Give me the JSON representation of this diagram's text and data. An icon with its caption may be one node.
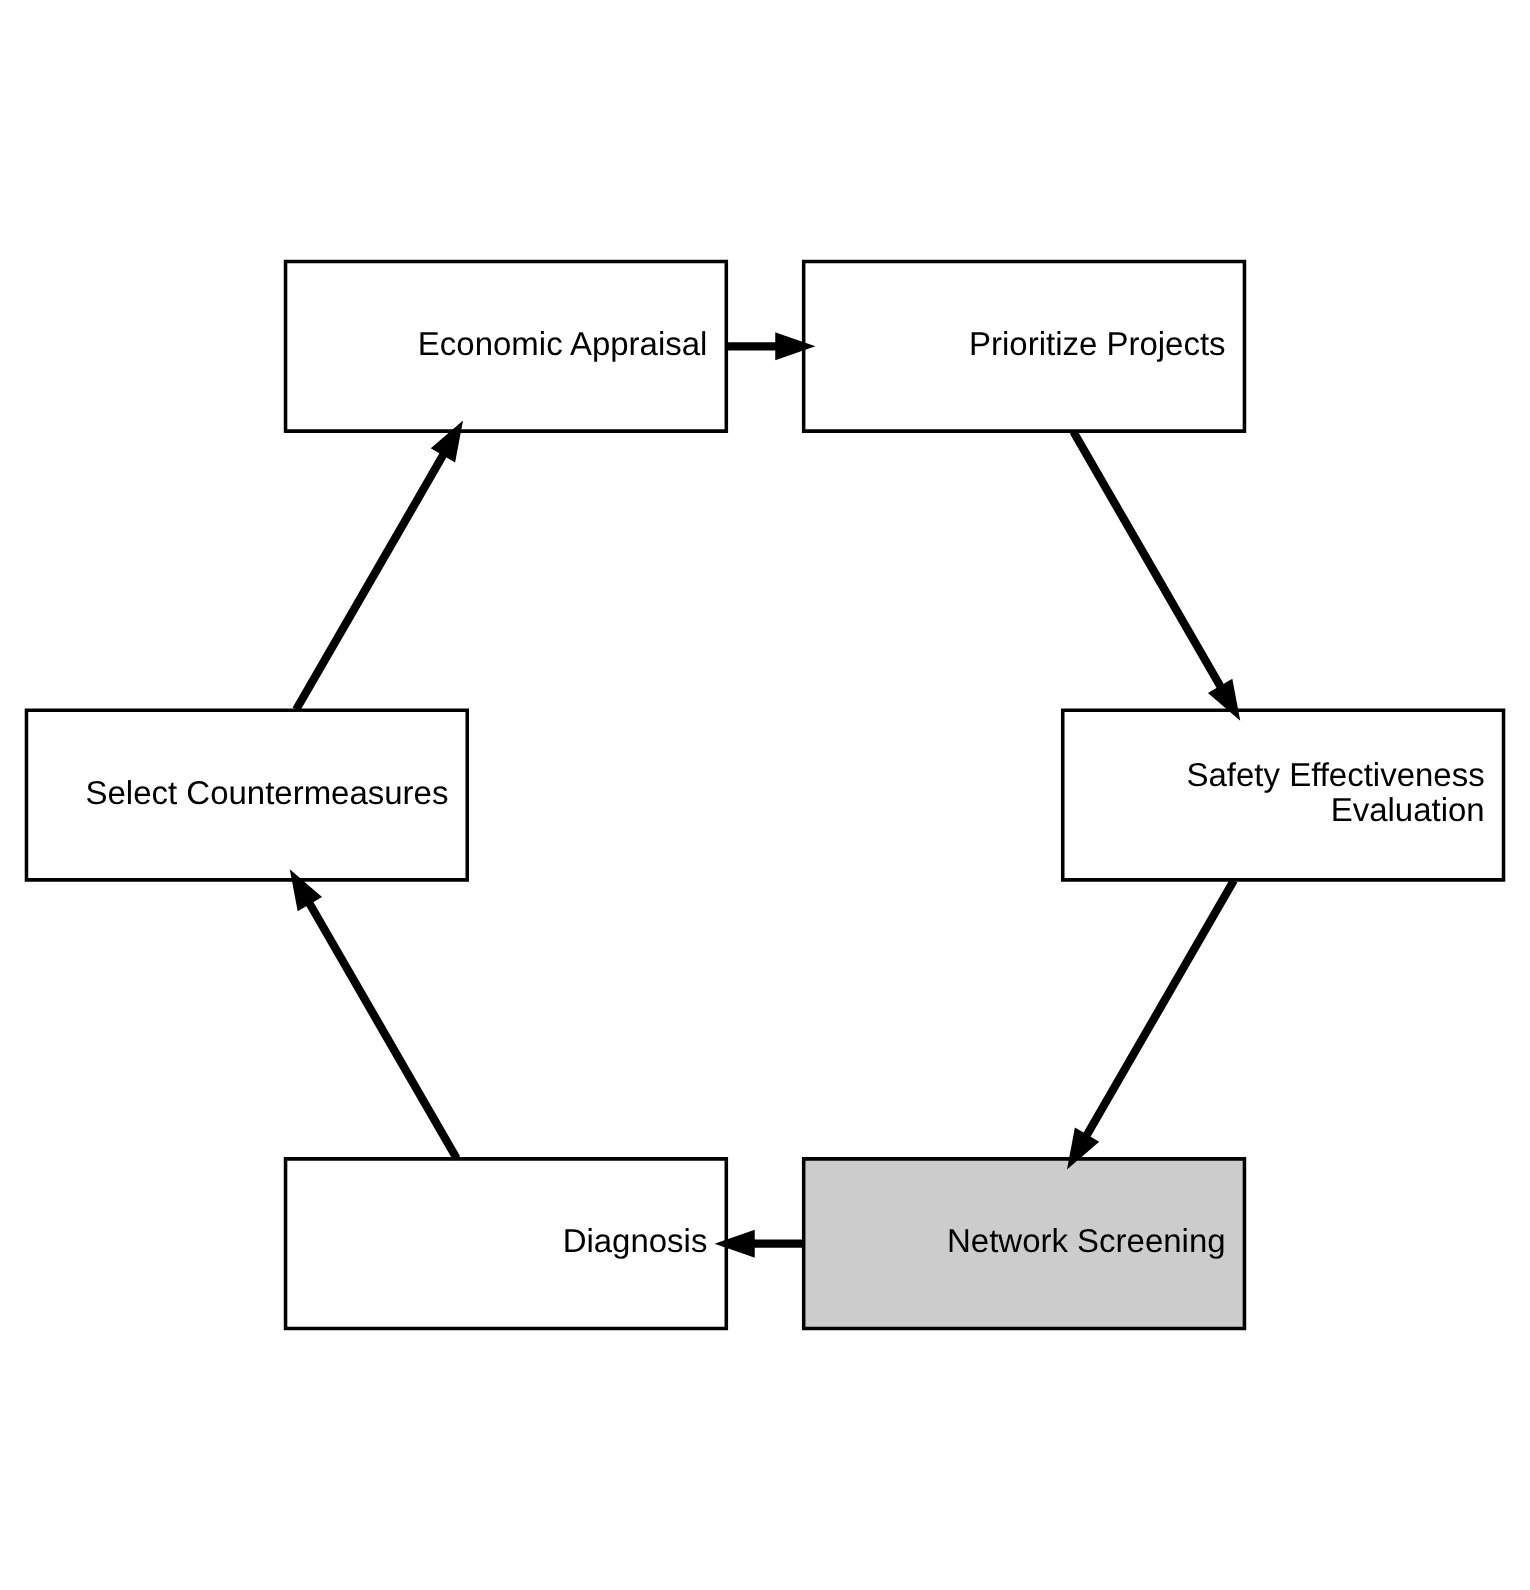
{
  "diagram": {
    "nodes": [
      {
        "text": [
          "Network Screening"
        ]
      },
      {
        "text": [
          "Diagnosis"
        ]
      },
      {
        "text": [
          "Select Countermeasures"
        ]
      },
      {
        "text": [
          "Economic Appraisal"
        ]
      },
      {
        "text": [
          "Prioritize Projects"
        ]
      },
      {
        "text": [
          "Safety Effectiveness Evaluation"
        ]
      }
    ],
    "edges": [
      {
        "from": 0,
        "to": 1,
        "arrow": "to"
      },
      {
        "from": 1,
        "to": 2,
        "arrow": "to"
      },
      {
        "from": 2,
        "to": 3,
        "arrow": "to"
      },
      {
        "from": 3,
        "to": 4,
        "arrow": "to"
      },
      {
        "from": 4,
        "to": 5,
        "arrow": "to"
      },
      {
        "from": 5,
        "to": 0,
        "arrow": "to"
      }
    ]
  }
}
